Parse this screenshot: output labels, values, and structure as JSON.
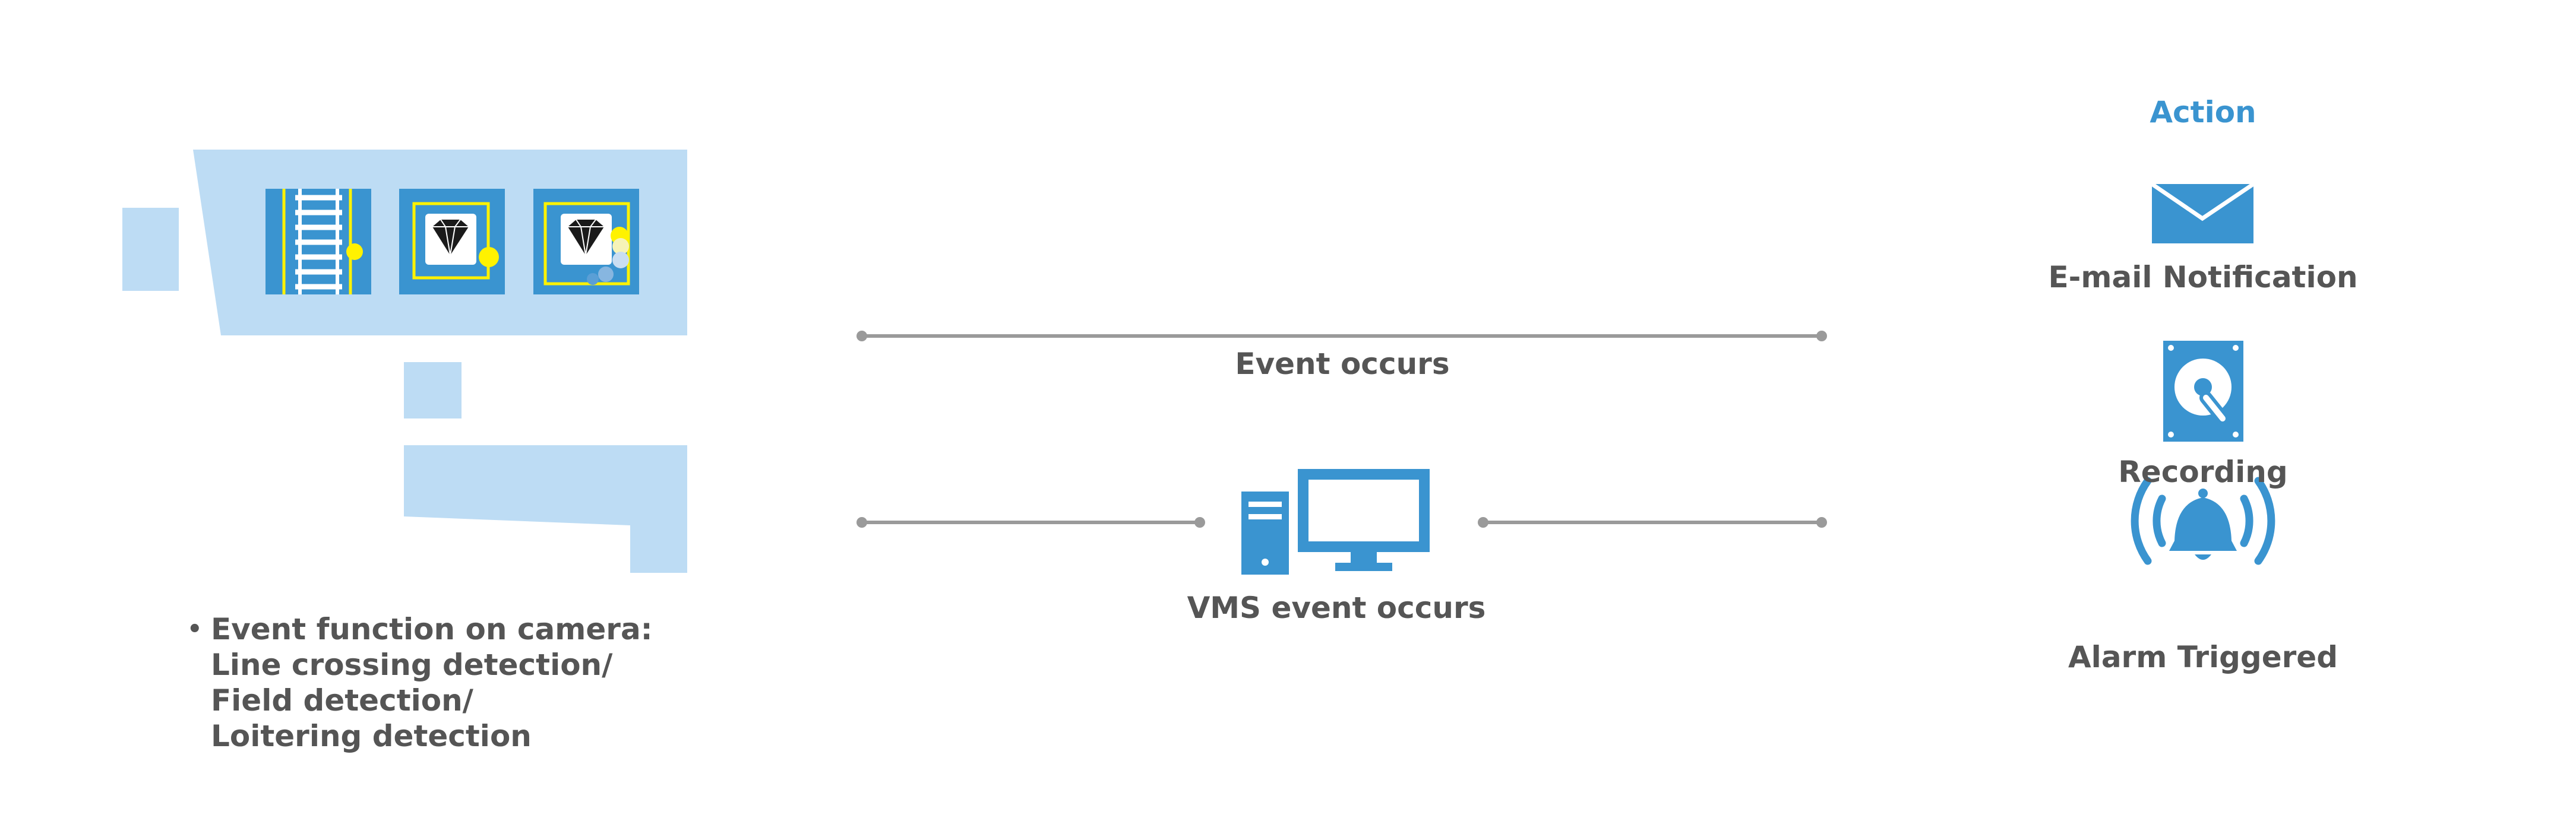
{
  "camera": {
    "bullet_symbol": "•",
    "event_lines": [
      "Event function on camera:",
      "Line crossing detection/",
      "Field detection/",
      "Loitering detection"
    ],
    "icons": [
      "line-crossing-icon",
      "field-detection-icon",
      "loitering-detection-icon"
    ]
  },
  "flow": {
    "event_label": "Event occurs",
    "vms_label": "VMS event occurs",
    "vms_icon": "computer-icon"
  },
  "actions": {
    "title": "Action",
    "items": [
      {
        "label": "E-mail Notification",
        "icon": "envelope-icon"
      },
      {
        "label": "Recording",
        "icon": "hard-disk-icon"
      },
      {
        "label": "Alarm Triggered",
        "icon": "alarm-bell-icon"
      }
    ]
  },
  "colors": {
    "camera_body": "#bddcf4",
    "icon_blue": "#3a94d0",
    "accent_yellow": "#fff200",
    "line_gray": "#9a9a9a",
    "text": "#555555"
  }
}
